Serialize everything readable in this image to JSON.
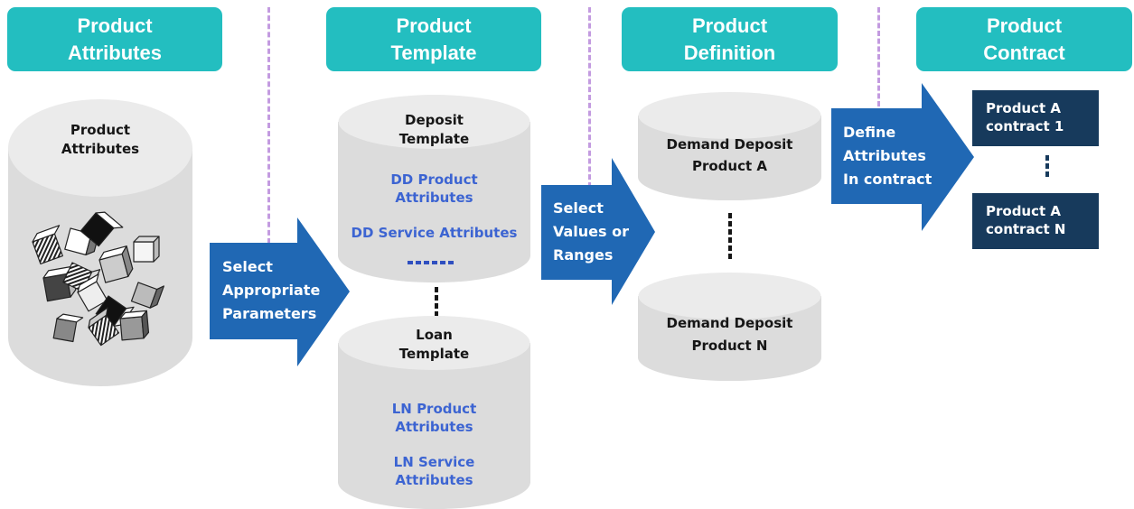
{
  "headers": [
    {
      "line1": "Product",
      "line2": "Attributes"
    },
    {
      "line1": "Product",
      "line2": "Template"
    },
    {
      "line1": "Product",
      "line2": "Definition"
    },
    {
      "line1": "Product",
      "line2": "Contract"
    }
  ],
  "attributes_store": {
    "line1": "Product",
    "line2": "Attributes"
  },
  "deposit_template": {
    "title1": "Deposit",
    "title2": "Template",
    "product_attr1": "DD Product",
    "product_attr2": "Attributes",
    "service_attr": "DD Service Attributes"
  },
  "loan_template": {
    "title1": "Loan",
    "title2": "Template",
    "product_attr1": "LN Product",
    "product_attr2": "Attributes",
    "service_attr1": "LN Service",
    "service_attr2": "Attributes"
  },
  "definitions": [
    {
      "line1": "Demand Deposit",
      "line2": "Product A"
    },
    {
      "line1": "Demand Deposit",
      "line2": "Product N"
    }
  ],
  "arrows": [
    {
      "line1": "Select",
      "line2": "Appropriate",
      "line3": "Parameters"
    },
    {
      "line1": "Select",
      "line2": "Values or",
      "line3": "Ranges"
    },
    {
      "line1": "Define",
      "line2": "Attributes",
      "line3": "In contract"
    }
  ],
  "contracts": [
    {
      "line1": "Product A",
      "line2": "contract 1"
    },
    {
      "line1": "Product A",
      "line2": "contract N"
    }
  ],
  "colors": {
    "header": "#23bec0",
    "arrow": "#2068b4",
    "contract": "#173a5c",
    "cylinder": "#d9d9d9",
    "template_text": "#3c64d2",
    "divider": "#c39be0"
  }
}
